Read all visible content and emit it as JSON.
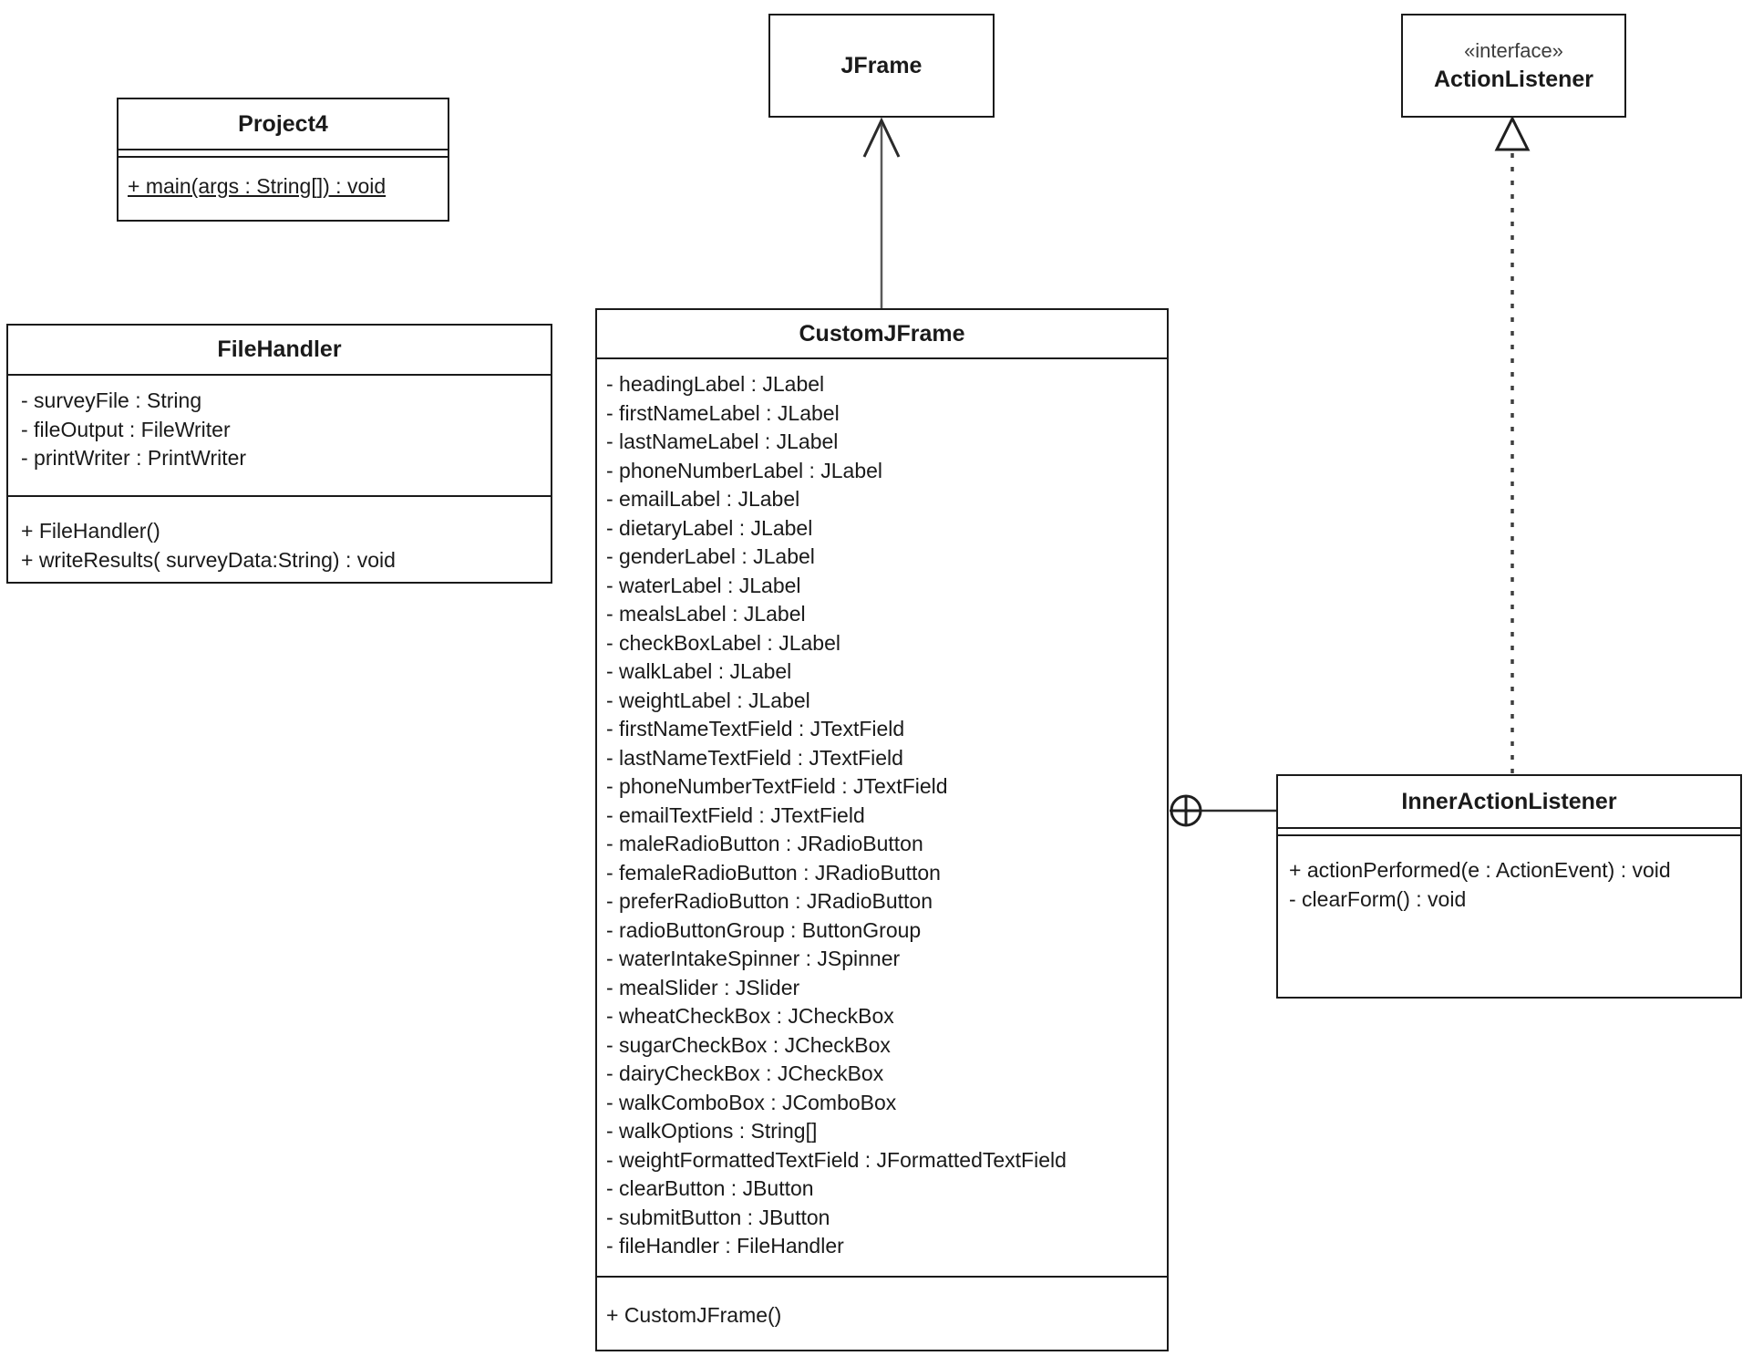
{
  "diagram_title": "UML class diagram",
  "colors": {
    "background": "#ffffff",
    "box_border": "#1a1a1a",
    "text": "#1a1a1a",
    "stereotype_text": "#3d3d3d",
    "edge_line": "#4d4d4d"
  },
  "classes": {
    "project4": {
      "name": "Project4",
      "attributes": [],
      "methods": [
        "+ main(args : String[]) : void"
      ]
    },
    "filehandler": {
      "name": "FileHandler",
      "attributes": [
        "- surveyFile : String",
        "- fileOutput : FileWriter",
        "- printWriter : PrintWriter"
      ],
      "methods": [
        "+ FileHandler()",
        "+ writeResults( surveyData:String) : void"
      ]
    },
    "jframe": {
      "name": "JFrame"
    },
    "actionlistener": {
      "stereotype": "«interface»",
      "name": "ActionListener"
    },
    "custom_jframe": {
      "name": "CustomJFrame",
      "attributes": [
        "- headingLabel : JLabel",
        "- firstNameLabel : JLabel",
        "- lastNameLabel : JLabel",
        "- phoneNumberLabel : JLabel",
        "- emailLabel : JLabel",
        "- dietaryLabel : JLabel",
        "- genderLabel : JLabel",
        "- waterLabel : JLabel",
        "- mealsLabel : JLabel",
        "- checkBoxLabel : JLabel",
        "- walkLabel : JLabel",
        "- weightLabel : JLabel",
        "- firstNameTextField : JTextField",
        "- lastNameTextField : JTextField",
        "- phoneNumberTextField : JTextField",
        "- emailTextField : JTextField",
        "- maleRadioButton : JRadioButton",
        "- femaleRadioButton : JRadioButton",
        "- preferRadioButton : JRadioButton",
        "- radioButtonGroup : ButtonGroup",
        "- waterIntakeSpinner : JSpinner",
        "- mealSlider : JSlider",
        "- wheatCheckBox : JCheckBox",
        "- sugarCheckBox : JCheckBox",
        "- dairyCheckBox : JCheckBox",
        "- walkComboBox : JComboBox",
        "- walkOptions : String[]",
        "- weightFormattedTextField : JFormattedTextField",
        "- clearButton : JButton",
        "- submitButton : JButton",
        "- fileHandler : FileHandler"
      ],
      "methods": [
        "+ CustomJFrame()"
      ]
    },
    "inner_action_listener": {
      "name": "InnerActionListener",
      "methods": [
        "+ actionPerformed(e : ActionEvent) : void",
        "- clearForm() : void"
      ]
    }
  },
  "relationships": [
    {
      "type": "generalization",
      "from": "CustomJFrame",
      "to": "JFrame",
      "line": "solid",
      "arrowhead": "open-triangle"
    },
    {
      "type": "realization",
      "from": "InnerActionListener",
      "to": "ActionListener",
      "line": "dashed",
      "arrowhead": "hollow-triangle"
    },
    {
      "type": "containment",
      "from": "CustomJFrame",
      "to": "InnerActionListener",
      "line": "solid",
      "terminal": "circle-plus"
    }
  ]
}
